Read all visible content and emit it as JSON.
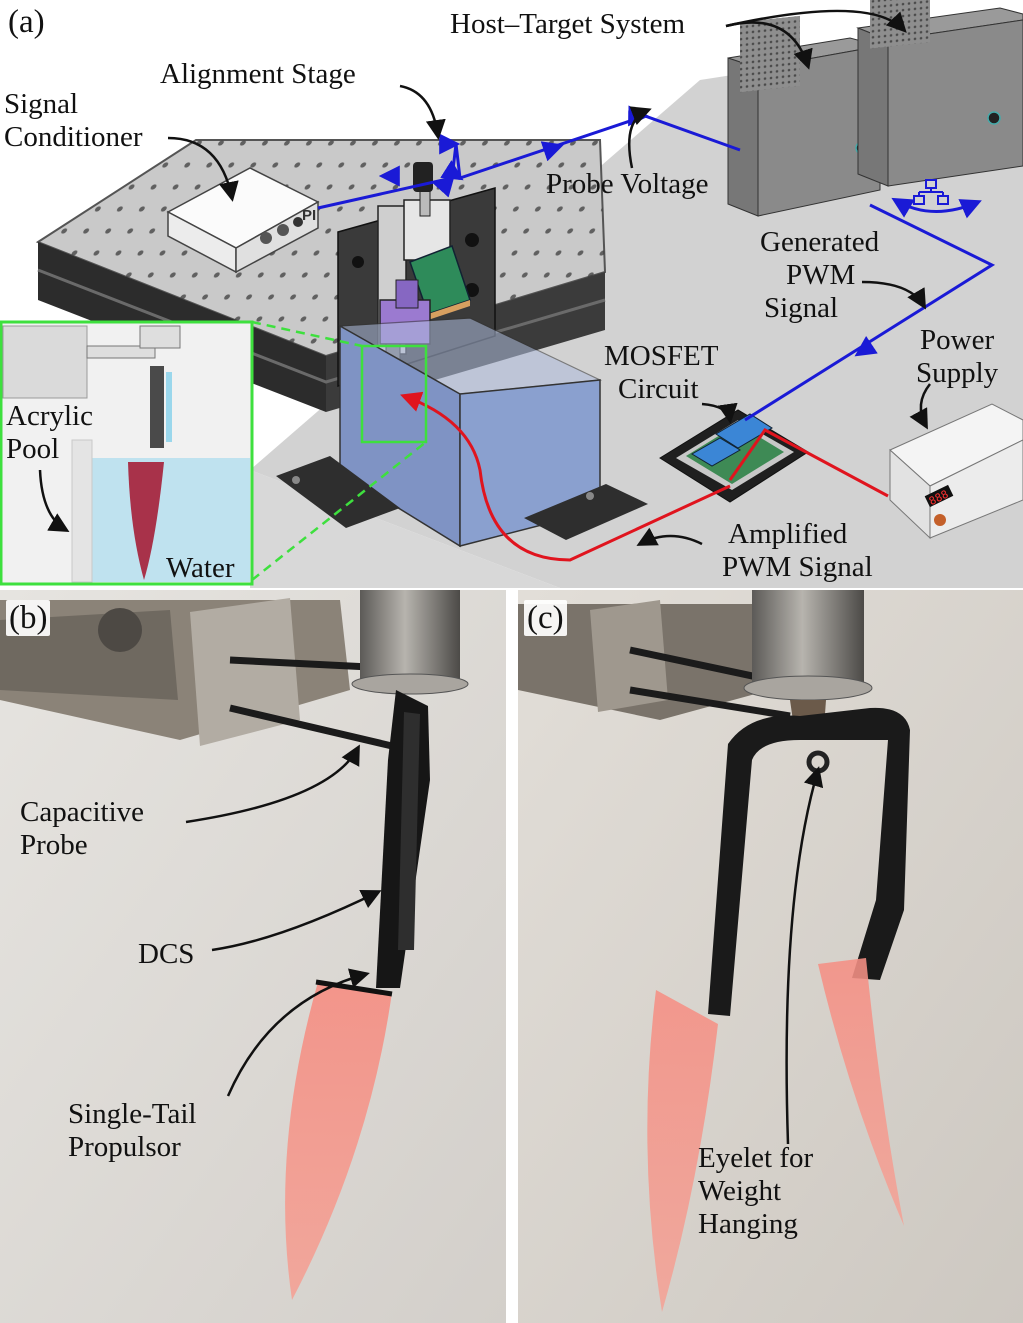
{
  "panels": {
    "a": "(a)",
    "b": "(b)",
    "c": "(c)"
  },
  "labels_a": {
    "host_target": "Host–Target System",
    "alignment_stage": "Alignment Stage",
    "signal_conditioner": [
      "Signal",
      "Conditioner"
    ],
    "probe_voltage": "Probe Voltage",
    "generated_pwm": [
      "Generated",
      "PWM",
      "Signal"
    ],
    "power_supply": [
      "Power",
      "Supply"
    ],
    "mosfet": [
      "MOSFET",
      "Circuit"
    ],
    "amplified_pwm": [
      "Amplified",
      "PWM Signal"
    ],
    "acrylic_pool": [
      "Acrylic",
      "Pool"
    ],
    "water": "Water",
    "device_brand": "PI",
    "psu_display": "888"
  },
  "labels_b": {
    "capacitive_probe": [
      "Capacitive",
      "Probe"
    ],
    "dcs": "DCS",
    "single_tail": [
      "Single-Tail",
      "Propulsor"
    ]
  },
  "labels_c": {
    "eyelet": [
      "Eyelet for",
      "Weight",
      "Hanging"
    ]
  },
  "colors": {
    "signal_line": "#1a1ad6",
    "power_line": "#e0141e",
    "inset_frame": "#3ee03e",
    "tank": "#7f93c4",
    "propulsor": "#f08a80",
    "fin_inset": "#a8324a",
    "mosfet_board": "#3b86d6"
  }
}
